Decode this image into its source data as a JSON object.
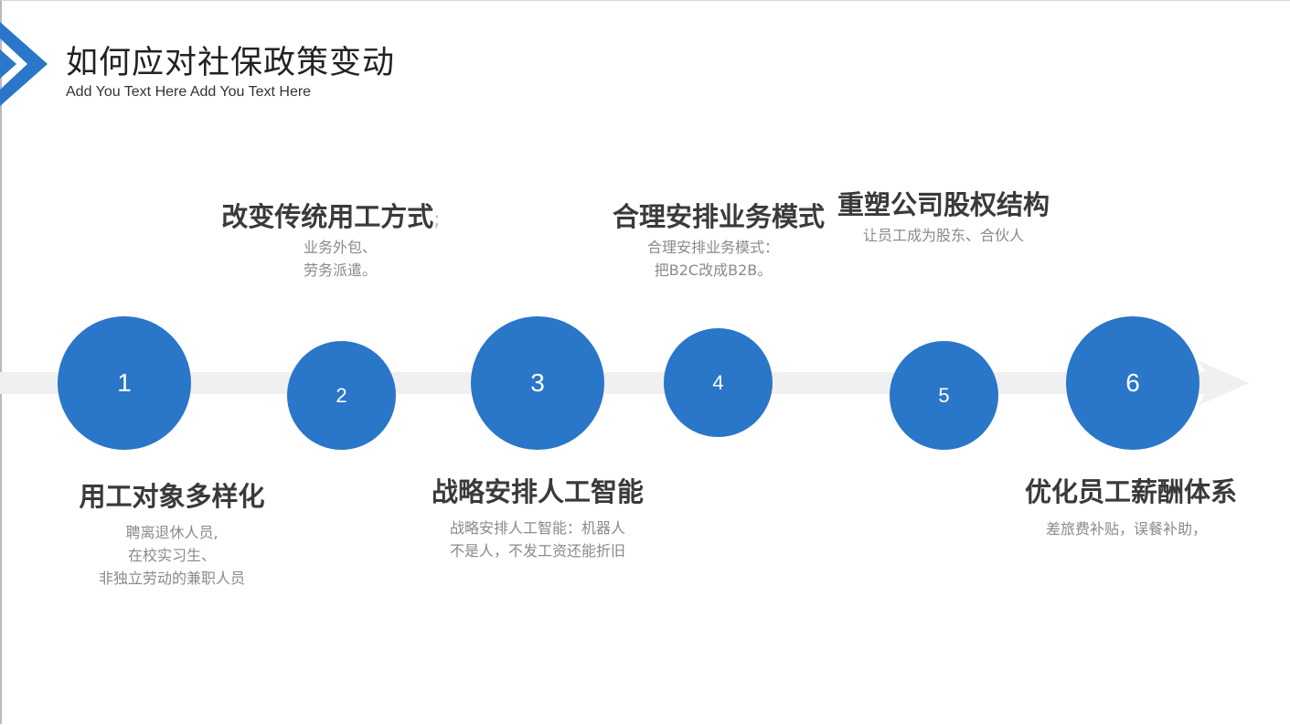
{
  "header": {
    "title": "如何应对社保政策变动",
    "subtitle": "Add You Text Here Add You Text Here"
  },
  "colors": {
    "accent": "#2a76c8",
    "track": "#f0f0f0",
    "heading": "#3a3a3a",
    "text": "#8a8a8a"
  },
  "steps": [
    {
      "number": "1",
      "heading": "用工对象多样化",
      "lines": [
        "聘离退休人员,",
        "在校实习生、",
        "非独立劳动的兼职人员"
      ]
    },
    {
      "number": "2",
      "heading": "改变传统用工方式",
      "heading_suffix": ";",
      "lines": [
        "业务外包、",
        "劳务派遣。"
      ]
    },
    {
      "number": "3",
      "heading": "战略安排人工智能",
      "lines": [
        "战略安排人工智能：机器人",
        "不是人，不发工资还能折旧"
      ]
    },
    {
      "number": "4",
      "heading": "合理安排业务模式",
      "lines": [
        "合理安排业务模式：",
        "把B2C改成B2B。"
      ]
    },
    {
      "number": "5",
      "heading": "重塑公司股权结构",
      "lines": [
        "让员工成为股东、合伙人"
      ]
    },
    {
      "number": "6",
      "heading": "优化员工薪酬体系",
      "lines": [
        "差旅费补贴，误餐补助，"
      ]
    }
  ]
}
